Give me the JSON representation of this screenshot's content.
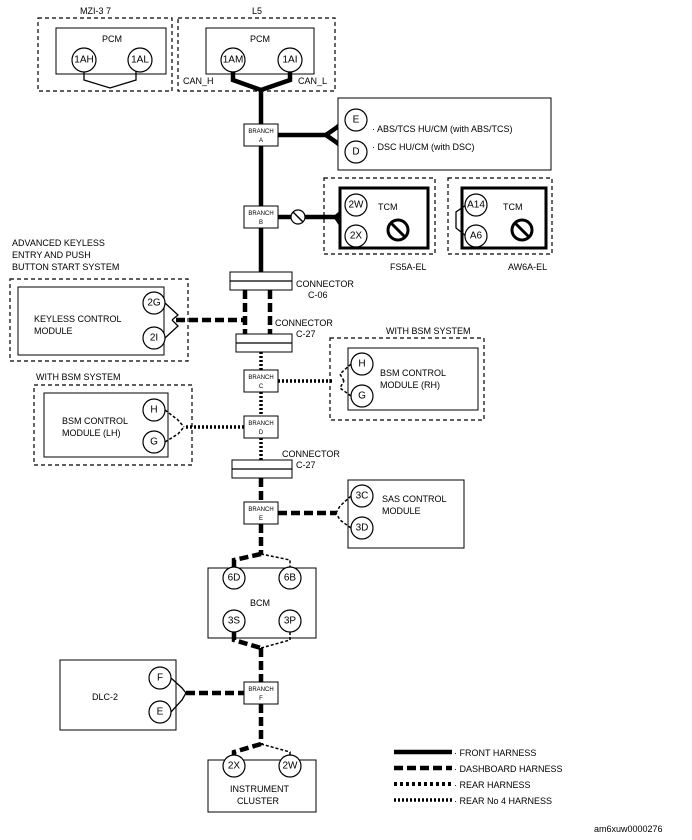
{
  "pcm_mzi": {
    "group": "MZI-3 7",
    "title": "PCM",
    "pin_left": "1AH",
    "pin_right": "1AL"
  },
  "pcm_l5": {
    "group": "L5",
    "title": "PCM",
    "pin_left": "1AM",
    "pin_right": "1AI",
    "can_h": "CAN_H",
    "can_l": "CAN_L"
  },
  "abs": {
    "pin_e": "E",
    "pin_d": "D",
    "line1": "· ABS/TCS HU/CM (with ABS/TCS)",
    "line2": "· DSC HU/CM (with DSC)"
  },
  "branches": {
    "word": "BRANCH",
    "a": "A",
    "b": "B",
    "c": "C",
    "d": "D",
    "e": "E",
    "f": "F"
  },
  "tcm1": {
    "title": "TCM",
    "pin_top": "2W",
    "pin_bottom": "2X",
    "variant": "FS5A-EL"
  },
  "tcm2": {
    "title": "TCM",
    "pin_top": "A14",
    "pin_bottom": "A6",
    "variant": "AW6A-EL"
  },
  "keyless": {
    "heading1": "ADVANCED KEYLESS",
    "heading2": "ENTRY AND PUSH",
    "heading3": "BUTTON START SYSTEM",
    "line1": "KEYLESS CONTROL",
    "line2": "MODULE",
    "pin_top": "2G",
    "pin_bottom": "2I"
  },
  "connectors": {
    "c06_label": "CONNECTOR",
    "c06_id": "C-06",
    "c27_label": "CONNECTOR",
    "c27_id": "C-27",
    "c27b_label": "CONNECTOR",
    "c27b_id": "C-27"
  },
  "bsm_rh": {
    "heading": "WITH BSM SYSTEM",
    "line1": "BSM CONTROL",
    "line2": "MODULE (RH)",
    "pin_top": "H",
    "pin_bottom": "G"
  },
  "bsm_lh": {
    "heading": "WITH BSM SYSTEM",
    "line1": "BSM CONTROL",
    "line2": "MODULE (LH)",
    "pin_top": "H",
    "pin_bottom": "G"
  },
  "sas": {
    "line1": "SAS CONTROL",
    "line2": "MODULE",
    "pin_top": "3C",
    "pin_bottom": "3D"
  },
  "bcm": {
    "title": "BCM",
    "pin_tl": "6D",
    "pin_tr": "6B",
    "pin_bl": "3S",
    "pin_br": "3P"
  },
  "dlc": {
    "title": "DLC-2",
    "pin_top": "F",
    "pin_bottom": "E"
  },
  "cluster": {
    "line1": "INSTRUMENT",
    "line2": "CLUSTER",
    "pin_left": "2X",
    "pin_right": "2W"
  },
  "legend": {
    "front": "· FRONT HARNESS",
    "dashboard": "· DASHBOARD HARNESS",
    "rear": "· REAR HARNESS",
    "rear4": "· REAR No 4 HARNESS"
  },
  "image_code": "am6xuw0000276"
}
